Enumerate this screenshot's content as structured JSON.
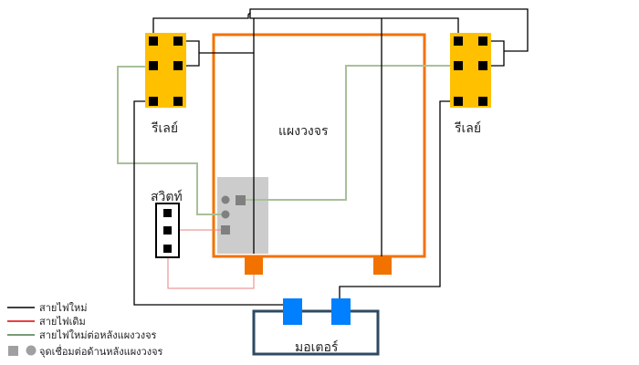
{
  "colors": {
    "new_wire": "#000000",
    "old_wire": "#e88080",
    "green_wire": "#a8c09a",
    "relay_fill": "#ffc000",
    "pin_fill": "#000000",
    "board_border": "#f27200",
    "board_terminal": "#f27200",
    "junction_panel": "#cccccc",
    "junction_point": "#808080",
    "motor_border": "#2e4a63",
    "motor_terminal": "#007fff"
  },
  "labels": {
    "relay_left": "รีเลย์",
    "relay_right": "รีเลย์",
    "circuit_board": "แผงวงจร",
    "switch": "สวิตท์",
    "motor": "มอเตอร์"
  },
  "legend": {
    "items": [
      {
        "label": "สายไฟใหม่",
        "type": "line",
        "color": "#000000"
      },
      {
        "label": "สายไฟเดิม",
        "type": "line",
        "color": "#e00000"
      },
      {
        "label": "สายไฟใหม่ต่อหลังแผงวงจร",
        "type": "line",
        "color": "#4a7a4a"
      },
      {
        "label": "จุดเชื่อมต่อด้านหลังแผงวงจร",
        "type": "markers",
        "color": "#a0a0a0"
      }
    ]
  }
}
